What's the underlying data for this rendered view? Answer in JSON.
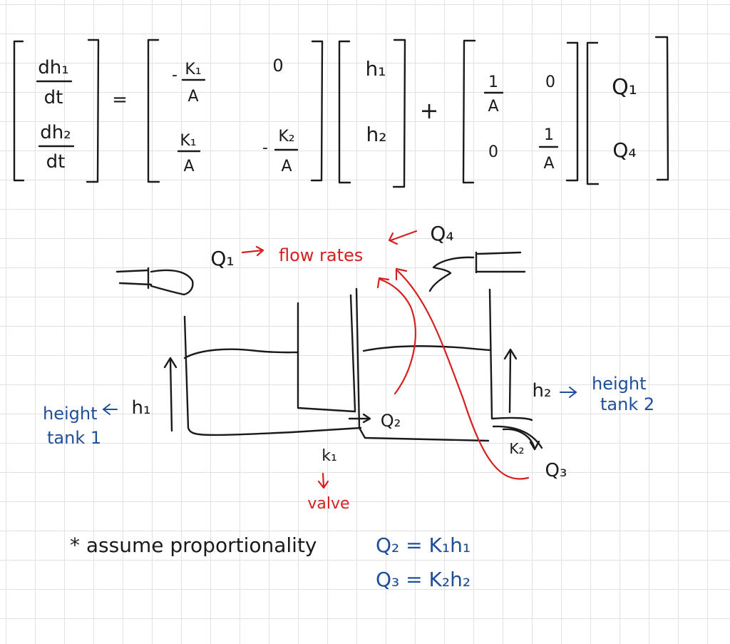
{
  "equation": {
    "lhs": {
      "r1_num": "dh₁",
      "r1_den": "dt",
      "r2_num": "dh₂",
      "r2_den": "dt"
    },
    "equals": "=",
    "A_matrix": {
      "a11_sign": "-",
      "a11_num": "K₁",
      "a11_den": "A",
      "a12": "0",
      "a21_num": "K₁",
      "a21_den": "A",
      "a22_sign": "-",
      "a22_num": "K₂",
      "a22_den": "A"
    },
    "state": {
      "r1": "h₁",
      "r2": "h₂"
    },
    "plus": "+",
    "B_matrix": {
      "b11_num": "1",
      "b11_den": "A",
      "b12": "0",
      "b21": "0",
      "b22_num": "1",
      "b22_den": "A"
    },
    "inputs": {
      "r1": "Q₁",
      "r2": "Q₄"
    }
  },
  "diagram": {
    "q1": "Q₁",
    "q4": "Q₄",
    "flow_rates": "flow rates",
    "q2": "Q₂",
    "q3": "Q₃",
    "k1": "k₁",
    "k2": "K₂",
    "valve": "valve",
    "h1": "h₁",
    "h2": "h₂",
    "height_tank1_line1": "height",
    "height_tank1_line2": "tank 1",
    "height_tank2_line1": "height",
    "height_tank2_line2": "tank 2",
    "colors": {
      "ink": "#1a1a1a",
      "red": "#d62020",
      "blue": "#1f4f9a"
    }
  },
  "notes": {
    "assume": "* assume proportionality",
    "eq1": "Q₂ = K₁h₁",
    "eq2": "Q₃ = K₂h₂"
  }
}
